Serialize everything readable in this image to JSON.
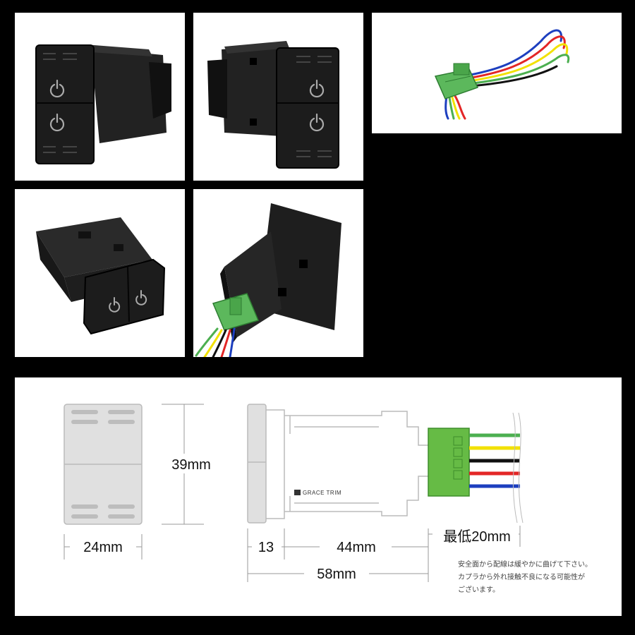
{
  "photos": [
    {
      "view": "front-angled"
    },
    {
      "view": "rear-angled"
    },
    {
      "view": "wiring-harness"
    },
    {
      "view": "top-side"
    },
    {
      "view": "back-connector"
    }
  ],
  "icons": {
    "button": "power-icon"
  },
  "diagram": {
    "dim_height": "39mm",
    "dim_width": "24mm",
    "dim_face_depth": "13",
    "dim_body_depth": "44mm",
    "dim_total_depth": "58mm",
    "dim_min_clearance": "最低20mm",
    "brand": "GRACE TRIM",
    "notes": [
      "安全面から配線は緩やかに曲げて下さい。",
      "カプラから外れ接触不良になる可能性が",
      "ございます。"
    ]
  },
  "colors": {
    "background": "#000000",
    "switch_body": "#1a1a1a",
    "connector": "#5cb85c",
    "wire_green": "#4caf50",
    "wire_yellow": "#f2e100",
    "wire_black": "#111111",
    "wire_red": "#e32626",
    "wire_blue": "#1d3fbf"
  }
}
